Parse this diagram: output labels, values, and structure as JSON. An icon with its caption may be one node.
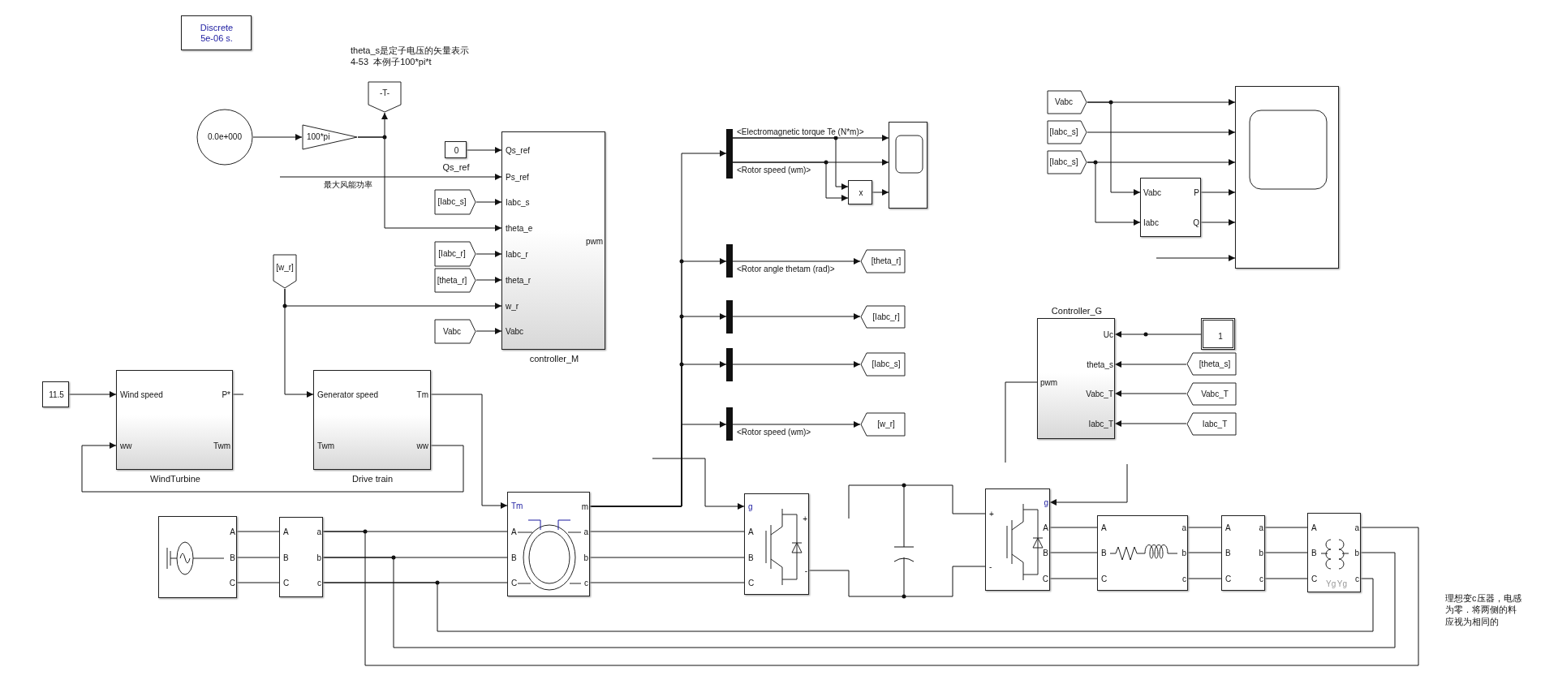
{
  "diagram": {
    "nodes": [
      {
        "text": [
          "Discrete 5e-06 s."
        ]
      },
      {
        "text": [
          "0.0e+000"
        ]
      },
      {
        "text": [
          "100*pi"
        ]
      },
      {
        "text": [
          "-T-"
        ]
      },
      {
        "text": [
          "0"
        ],
        "beside": [
          "Qs_ref"
        ]
      },
      {
        "text": [
          "[Iabc_s]"
        ]
      },
      {
        "text": [
          "[Iabc_r]"
        ]
      },
      {
        "text": [
          "[theta_r]"
        ]
      },
      {
        "text": [
          "Vabc"
        ]
      },
      {
        "text": [
          "Qs_ref",
          "Ps_ref",
          "Iabc_s",
          "theta_e",
          "Iabc_r",
          "theta_r",
          "w_r",
          "Vabc",
          "pwm"
        ],
        "beside": [
          "controller_M"
        ]
      },
      {
        "text": [
          "[w_r]"
        ]
      },
      {
        "text": [
          "11.5"
        ]
      },
      {
        "text": [
          "Wind speed",
          "ww",
          "P*",
          "Twm"
        ],
        "beside": [
          "WindTurbine"
        ]
      },
      {
        "text": [
          "Generator speed",
          "Twm",
          "Tm",
          "ww"
        ],
        "beside": [
          "Drive train"
        ]
      },
      {
        "text": [
          "A",
          "B",
          "C"
        ]
      },
      {
        "text": [
          "A",
          "B",
          "C",
          "a",
          "b",
          "c"
        ]
      },
      {
        "text": [
          "Tm",
          "m",
          "A",
          "B",
          "C",
          "a",
          "b",
          "c"
        ]
      },
      {
        "text": [
          "g",
          "A",
          "B",
          "C",
          "+",
          "-"
        ]
      },
      {
        "text": [],
        "shape": "bar"
      },
      {
        "text": [],
        "shape": "box"
      },
      {
        "text": [
          "x"
        ]
      },
      {
        "text": [],
        "shape": "bar"
      },
      {
        "text": [
          "[theta_r]"
        ]
      },
      {
        "text": [],
        "shape": "bar"
      },
      {
        "text": [
          "[Iabc_r]"
        ]
      },
      {
        "text": [],
        "shape": "bar"
      },
      {
        "text": [
          "[Iabc_s]"
        ]
      },
      {
        "text": [],
        "shape": "bar"
      },
      {
        "text": [
          "[w_r]"
        ]
      },
      {
        "text": [
          "Vabc"
        ]
      },
      {
        "text": [
          "[Iabc_s]"
        ]
      },
      {
        "text": [
          "[Iabc_s]"
        ]
      },
      {
        "text": [
          "Vabc",
          "Iabc",
          "P",
          "Q"
        ]
      },
      {
        "text": [],
        "shape": "box"
      },
      {
        "text": [
          "Uc",
          "theta_s",
          "Vabc_T",
          "Iabc_T",
          "pwm"
        ],
        "beside": [
          "Controller_G"
        ]
      },
      {
        "text": [
          "1"
        ]
      },
      {
        "text": [
          "[theta_s]"
        ]
      },
      {
        "text": [
          "Vabc_T"
        ]
      },
      {
        "text": [
          "Iabc_T"
        ]
      },
      {
        "text": [],
        "shape": "capacitor"
      },
      {
        "text": [
          "g",
          "+",
          "-",
          "A",
          "B",
          "C"
        ]
      },
      {
        "text": [
          "A",
          "B",
          "C",
          "a",
          "b",
          "c"
        ]
      },
      {
        "text": [
          "A",
          "B",
          "C",
          "a",
          "b",
          "c"
        ]
      },
      {
        "text": [
          "A",
          "B",
          "C",
          "a",
          "b",
          "c",
          "Yg",
          "Yg"
        ]
      }
    ],
    "edges": [
      {
        "from": 1,
        "to": 2,
        "arrow": "to"
      },
      {
        "from": 2,
        "to": 3,
        "arrow": "to"
      },
      {
        "from": 2,
        "to": 9,
        "arrow": "to"
      },
      {
        "from": null,
        "to": 9,
        "arrow": "to",
        "label": "最大风能功率"
      },
      {
        "from": 4,
        "to": 9,
        "arrow": "to"
      },
      {
        "from": 5,
        "to": 9,
        "arrow": "to"
      },
      {
        "from": 6,
        "to": 9,
        "arrow": "to"
      },
      {
        "from": 7,
        "to": 9,
        "arrow": "to"
      },
      {
        "from": 10,
        "to": 9,
        "arrow": "to"
      },
      {
        "from": 8,
        "to": 9,
        "arrow": "to"
      },
      {
        "from": 11,
        "to": 12,
        "arrow": "to"
      },
      {
        "from": 12,
        "to": null,
        "arrow": "none"
      },
      {
        "from": 10,
        "to": 13,
        "arrow": "to"
      },
      {
        "from": 13,
        "to": 12,
        "arrow": "to"
      },
      {
        "from": 13,
        "to": 16,
        "arrow": "to"
      },
      {
        "from": 14,
        "to": 15,
        "arrow": "none"
      },
      {
        "from": 14,
        "to": 15,
        "arrow": "none"
      },
      {
        "from": 14,
        "to": 15,
        "arrow": "none"
      },
      {
        "from": 15,
        "to": 16,
        "arrow": "none"
      },
      {
        "from": 15,
        "to": 16,
        "arrow": "none"
      },
      {
        "from": 15,
        "to": 16,
        "arrow": "none"
      },
      {
        "from": 16,
        "to": 17,
        "arrow": "none"
      },
      {
        "from": 16,
        "to": 17,
        "arrow": "none"
      },
      {
        "from": 16,
        "to": 17,
        "arrow": "none"
      },
      {
        "from": 16,
        "to": 18,
        "arrow": "to"
      },
      {
        "from": 16,
        "to": 21,
        "arrow": "to"
      },
      {
        "from": 16,
        "to": 23,
        "arrow": "to"
      },
      {
        "from": 16,
        "to": 25,
        "arrow": "to"
      },
      {
        "from": 16,
        "to": 27,
        "arrow": "to"
      },
      {
        "from": 18,
        "to": 19,
        "arrow": "to",
        "label": "<Electromagnetic torque Te (N*m)>"
      },
      {
        "from": 18,
        "to": 19,
        "arrow": "to",
        "label": "<Rotor speed (wm)>"
      },
      {
        "from": 18,
        "to": 20,
        "arrow": "to"
      },
      {
        "from": 18,
        "to": 20,
        "arrow": "to"
      },
      {
        "from": 20,
        "to": 19,
        "arrow": "to"
      },
      {
        "from": 21,
        "to": 22,
        "arrow": "to",
        "label": "<Rotor angle thetam (rad)>"
      },
      {
        "from": 23,
        "to": 24,
        "arrow": "to"
      },
      {
        "from": 25,
        "to": 26,
        "arrow": "to"
      },
      {
        "from": 27,
        "to": 28,
        "arrow": "to",
        "label": "<Rotor speed (wm)>"
      },
      {
        "from": 29,
        "to": 33,
        "arrow": "to"
      },
      {
        "from": 30,
        "to": 33,
        "arrow": "to"
      },
      {
        "from": 31,
        "to": 33,
        "arrow": "to"
      },
      {
        "from": 29,
        "to": 32,
        "arrow": "to"
      },
      {
        "from": 31,
        "to": 32,
        "arrow": "to"
      },
      {
        "from": 32,
        "to": 33,
        "arrow": "to"
      },
      {
        "from": 32,
        "to": 33,
        "arrow": "to"
      },
      {
        "from": null,
        "to": 33,
        "arrow": "to"
      },
      {
        "from": 35,
        "to": 34,
        "arrow": "to"
      },
      {
        "from": 36,
        "to": 34,
        "arrow": "to"
      },
      {
        "from": 37,
        "to": 34,
        "arrow": "to"
      },
      {
        "from": 38,
        "to": 34,
        "arrow": "to"
      },
      {
        "from": 34,
        "to": null,
        "arrow": "none"
      },
      {
        "from": null,
        "to": 40,
        "arrow": "to"
      },
      {
        "from": null,
        "to": 17,
        "arrow": "to"
      },
      {
        "from": 17,
        "to": 39,
        "arrow": "none"
      },
      {
        "from": 39,
        "to": 40,
        "arrow": "none"
      },
      {
        "from": 39,
        "to": 40,
        "arrow": "none"
      },
      {
        "from": 40,
        "to": 41,
        "arrow": "none"
      },
      {
        "from": 40,
        "to": 41,
        "arrow": "none"
      },
      {
        "from": 40,
        "to": 41,
        "arrow": "none"
      },
      {
        "from": 41,
        "to": 42,
        "arrow": "none"
      },
      {
        "from": 41,
        "to": 42,
        "arrow": "none"
      },
      {
        "from": 41,
        "to": 42,
        "arrow": "none"
      },
      {
        "from": 42,
        "to": 43,
        "arrow": "none"
      },
      {
        "from": 42,
        "to": 43,
        "arrow": "none"
      },
      {
        "from": 42,
        "to": 43,
        "arrow": "none"
      },
      {
        "from": 43,
        "to": 15,
        "arrow": "none"
      },
      {
        "from": 43,
        "to": 15,
        "arrow": "none"
      },
      {
        "from": 43,
        "to": 15,
        "arrow": "none"
      }
    ],
    "labels": [
      "theta_s是定子电压的矢量表示",
      "4-53  本例子100*pi*t",
      "理想变c压器，电感为零．将两侧的料应视为相同的"
    ]
  }
}
